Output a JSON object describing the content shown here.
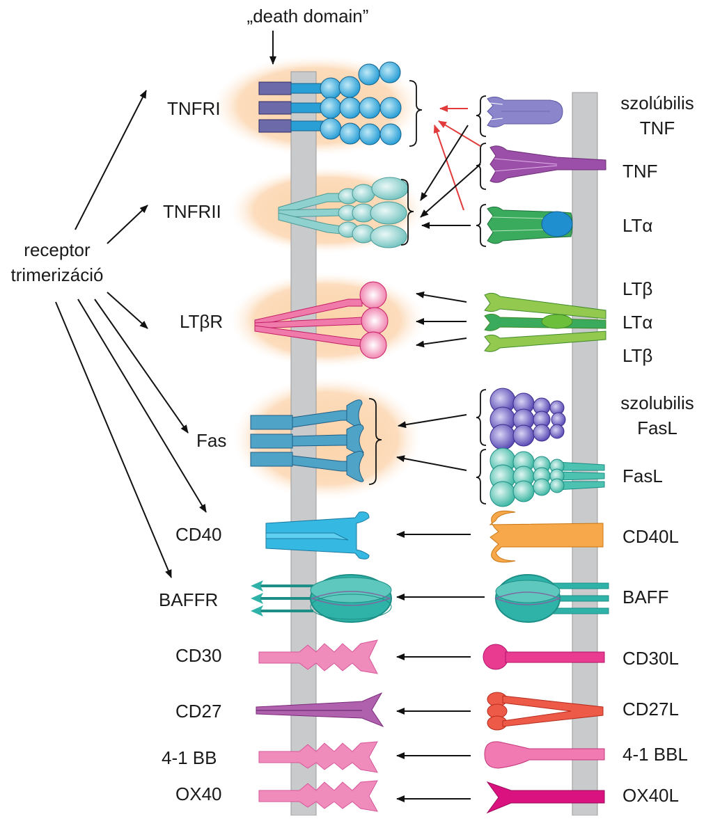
{
  "header": {
    "death_domain_label": "„death domain”"
  },
  "left_label": {
    "line1": "receptor",
    "line2": "trimerizáció"
  },
  "receptors": [
    "TNFRI",
    "TNFRII",
    "LTβR",
    "Fas",
    "CD40",
    "BAFFR",
    "CD30",
    "CD27",
    "4-1 BB",
    "OX40"
  ],
  "ligands": {
    "tnf_soluble": {
      "line1": "szolúbilis",
      "line2": "TNF"
    },
    "tnf": "TNF",
    "lta": "LTα",
    "ltb_1": "LTβ",
    "lta_2": "LTα",
    "ltb_2": "LTβ",
    "fasl_soluble": {
      "line1": "szolubilis",
      "line2": "FasL"
    },
    "fasl": "FasL",
    "cd40l": "CD40L",
    "baff": "BAFF",
    "cd30l": "CD30L",
    "cd27l": "CD27L",
    "41bbl": "4-1 BBL",
    "ox40l": "OX40L"
  },
  "colors": {
    "membrane": "#c9cacc",
    "trimer_halo": "#fbd6ae",
    "tnfri": "#2a9fd6",
    "tnfrii": "#8fd1cf",
    "ltbr": "#ec4f8e",
    "fas": "#4fa3c6",
    "cd40": "#35b9e3",
    "baff": "#2fb3a8",
    "cd30": "#f08cbc",
    "cd27": "#b061ad",
    "tnf_soluble": "#8b86cc",
    "tnf": "#9b4fa8",
    "lta": "#3aaa5c",
    "ltb": "#92c94e",
    "fasl_soluble": "#6a5bbf",
    "fasl": "#4ec2b0",
    "cd40l": "#f6a84a",
    "cd30l": "#e93b8f",
    "cd27l": "#ee5a48",
    "41bbl": "#f27ab3",
    "ox40l": "#d9127f",
    "red_arrow": "#e23b3b",
    "black_arrow": "#111111"
  }
}
